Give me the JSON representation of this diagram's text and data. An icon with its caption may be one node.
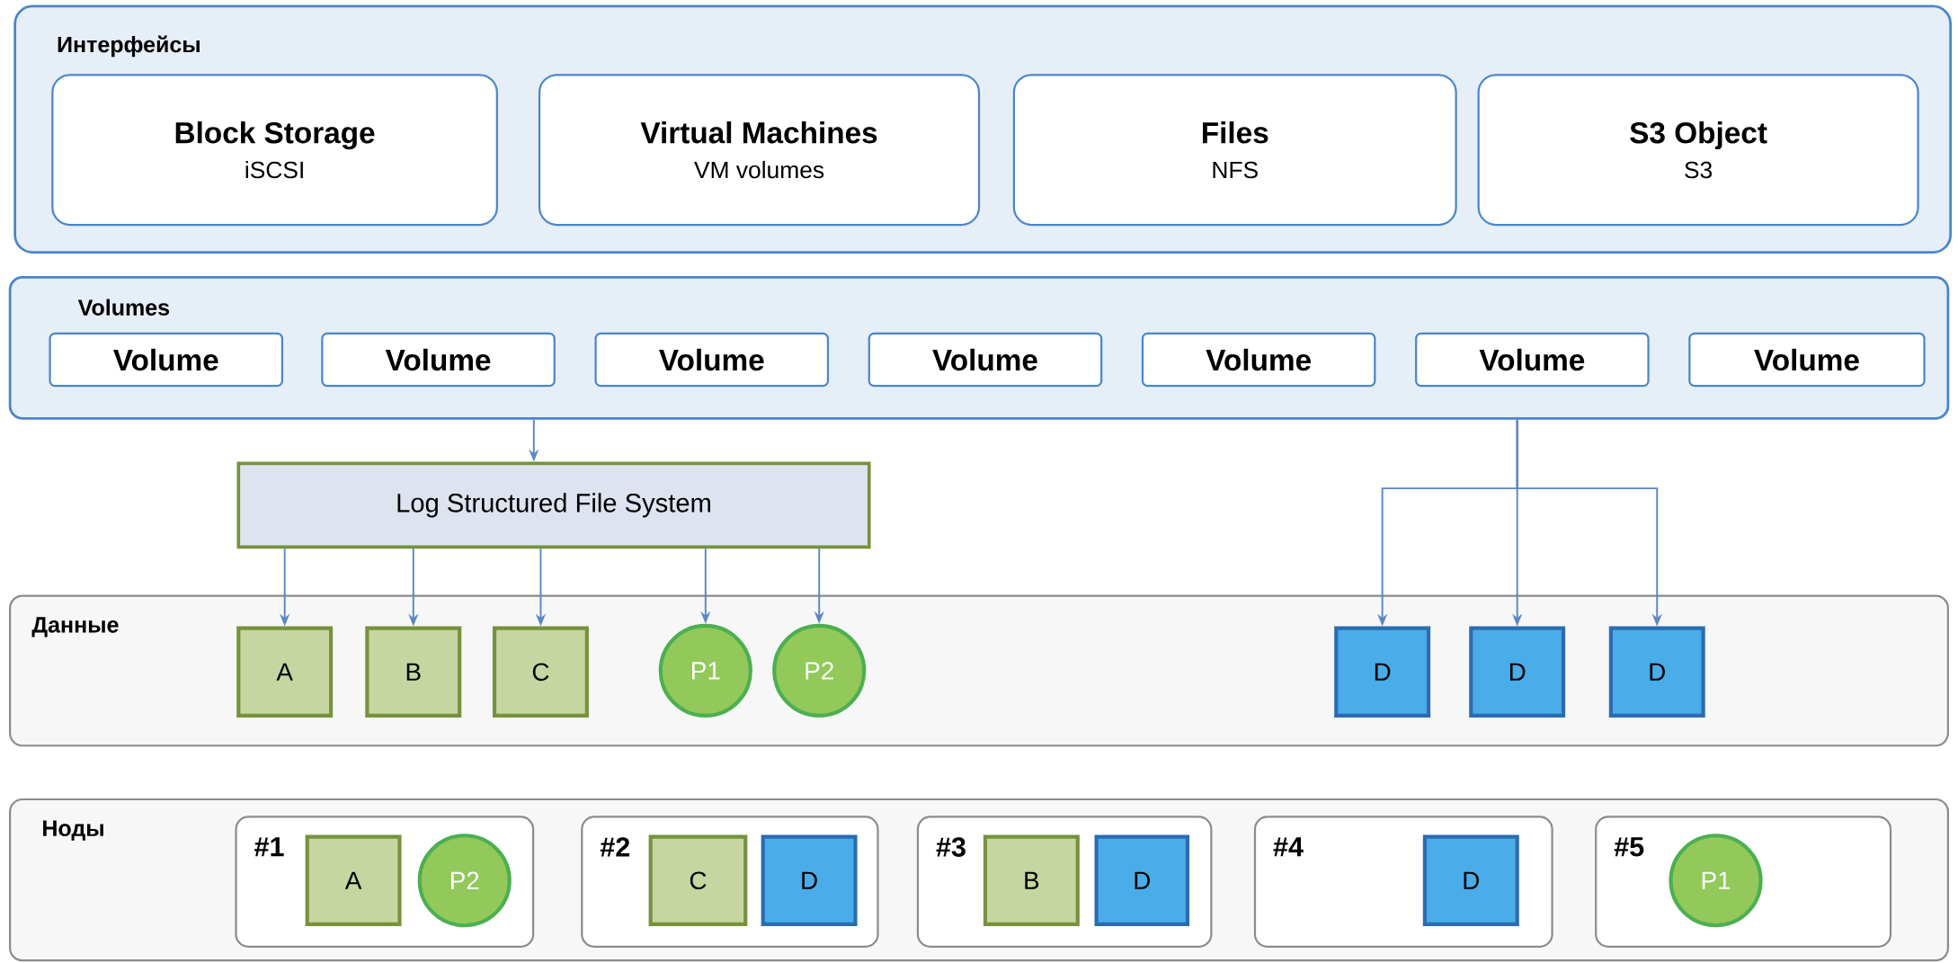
{
  "diagram": {
    "nodes": [
      {
        "text": [
          "Интерфейсы"
        ]
      },
      {
        "text": [
          "Block Storage",
          "iSCSI"
        ],
        "in": 0
      },
      {
        "text": [
          "Virtual Machines",
          "VM volumes"
        ],
        "in": 0
      },
      {
        "text": [
          "Files",
          "NFS"
        ],
        "in": 0
      },
      {
        "text": [
          "S3 Object",
          "S3"
        ],
        "in": 0
      },
      {
        "text": [
          "Volumes"
        ]
      },
      {
        "text": [
          "Volume"
        ],
        "in": 5
      },
      {
        "text": [
          "Volume"
        ],
        "in": 5
      },
      {
        "text": [
          "Volume"
        ],
        "in": 5
      },
      {
        "text": [
          "Volume"
        ],
        "in": 5
      },
      {
        "text": [
          "Volume"
        ],
        "in": 5
      },
      {
        "text": [
          "Volume"
        ],
        "in": 5
      },
      {
        "text": [
          "Volume"
        ],
        "in": 5
      },
      {
        "text": [
          "Log Structured File System"
        ]
      },
      {
        "text": [
          "Данные"
        ]
      },
      {
        "text": [
          "A"
        ],
        "in": 14
      },
      {
        "text": [
          "B"
        ],
        "in": 14
      },
      {
        "text": [
          "C"
        ],
        "in": 14
      },
      {
        "text": [
          "P1"
        ],
        "in": 14
      },
      {
        "text": [
          "P2"
        ],
        "in": 14
      },
      {
        "text": [
          "D"
        ],
        "in": 14
      },
      {
        "text": [
          "D"
        ],
        "in": 14
      },
      {
        "text": [
          "D"
        ],
        "in": 14
      },
      {
        "text": [
          "Ноды"
        ]
      },
      {
        "text": [
          "#1"
        ],
        "in": 23
      },
      {
        "text": [
          "A"
        ],
        "in": 24
      },
      {
        "text": [
          "P2"
        ],
        "in": 24
      },
      {
        "text": [
          "#2"
        ],
        "in": 23
      },
      {
        "text": [
          "C"
        ],
        "in": 27
      },
      {
        "text": [
          "D"
        ],
        "in": 27
      },
      {
        "text": [
          "#3"
        ],
        "in": 23
      },
      {
        "text": [
          "B"
        ],
        "in": 30
      },
      {
        "text": [
          "D"
        ],
        "in": 30
      },
      {
        "text": [
          "#4"
        ],
        "in": 23
      },
      {
        "text": [
          "D"
        ],
        "in": 33
      },
      {
        "text": [
          "#5"
        ],
        "in": 23
      },
      {
        "text": [
          "P1"
        ],
        "in": 35
      }
    ],
    "edges": [
      {
        "from": 5,
        "to": 13,
        "arrow": "to"
      },
      {
        "from": 13,
        "to": 15,
        "arrow": "to"
      },
      {
        "from": 13,
        "to": 16,
        "arrow": "to"
      },
      {
        "from": 13,
        "to": 17,
        "arrow": "to"
      },
      {
        "from": 13,
        "to": 18,
        "arrow": "to"
      },
      {
        "from": 13,
        "to": 19,
        "arrow": "to"
      },
      {
        "from": 5,
        "to": 20,
        "arrow": "to"
      },
      {
        "from": 5,
        "to": 21,
        "arrow": "to"
      },
      {
        "from": 5,
        "to": 22,
        "arrow": "to"
      }
    ]
  }
}
